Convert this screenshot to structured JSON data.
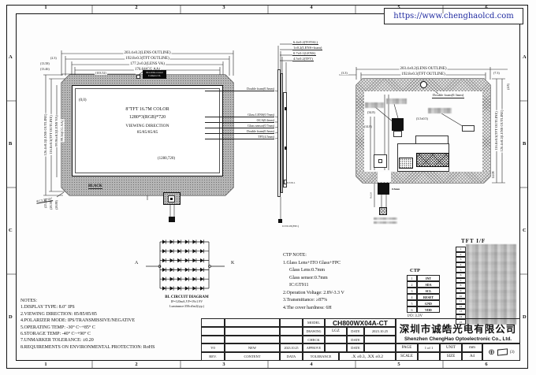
{
  "frame": {
    "url": "https://www.chenghaolcd.com",
    "cols": [
      "1",
      "2",
      "3",
      "4",
      "5",
      "6"
    ],
    "rows": [
      "A",
      "B",
      "C",
      "D"
    ]
  },
  "front_view": {
    "dims_top": [
      "203.4±0.2(LENS OUTLINE)",
      "192.8±0.3(TFT OUTLINE)",
      "177.2±0.2(LENS VA)",
      "176.64(CG AA)"
    ],
    "dims_top_small": [
      "(2.3)",
      "(13.58)",
      "(13.46)"
    ],
    "hole_dim": "(103.52)",
    "hole_label_1": "Φ4.1Dia round",
    "hole_label_2": "Camera CL",
    "dims_left": [
      "126.4±0.2(LENS OUTLINE)",
      "116.8±0.3(TFT OUTLINE)",
      "99.96±0.2(LENS VA)",
      "99.36(CG AA)"
    ],
    "dims_left_small": [
      "(25.28)",
      "(26.58)",
      "(26.88)"
    ],
    "chamfer_note": "4-C3.31*45°",
    "origin_label": "(0,0)",
    "panel_text": [
      "8\"TFT 16.7M COLOR",
      "1280*3(RGB)*720",
      "VIEWING DIRECTION",
      "85/85/85/85"
    ],
    "corner_label": "(1280,720)",
    "bezel_label": "BLACK"
  },
  "side_view": {
    "dims_top": [
      "6.4±0.2(TOTAL)",
      "1±0.2(LENS+foam)",
      "0.7±0.1(LENS)",
      "4.5±0.2(TFT)"
    ],
    "layer_labels": [
      "Double foam(0.3mm)",
      "Glass LENS(0.7mm)",
      "OCA(0.2mm)",
      "Glass sensor(0.7mm)",
      "Double foam(0.3mm)",
      "TFT(4.5mm)"
    ],
    "bottom_dims": [
      "0.5±0.1",
      "0.3±0.05(FPC)"
    ]
  },
  "back_view": {
    "dims_top": [
      "203.4±0.2(LENS OUTLINE)",
      "192.8±0.3(TFT OUTLINE)"
    ],
    "dim_left_small": "(3.3)",
    "dim_right_small": "(7.3)",
    "dims_right": [
      "116.8±0.3(TFT OUTLINE)",
      "126.4±0.2(LENS OUTLINE)"
    ],
    "dims_right_small": [
      "(4.8)",
      "14.08"
    ],
    "foam_label": "Double foam(0.3mm)",
    "inner_dims": [
      "(34.8)",
      "(14.8)",
      "(3.5±0.5)",
      "8±1.0",
      "0.5mm"
    ]
  },
  "bl_circuit": {
    "anode": "A",
    "cathode": "K",
    "rows": 6,
    "cols": 6,
    "caption": [
      "BL CIRCUIT DIAGRAM",
      "IF=120mA,VF=19±1.9V",
      "Luminance:350cd/m2(typ.)"
    ]
  },
  "ctp_note": {
    "lines": [
      "CTP NOTE:",
      "1.Glass Lens+ITO Glass+FPC",
      "Glass Lens:0.7mm",
      "Glass sensor:0.7mm",
      "IC:GT911",
      "2.Operation Voltage: 2.8V-3.3 V",
      "3.Transmittance: ≥87%",
      "4.The cover hardness: 6H"
    ]
  },
  "ctp_table": {
    "title": "CTP",
    "pins": [
      {
        "no": "1",
        "name": "INT"
      },
      {
        "no": "2",
        "name": "SDA"
      },
      {
        "no": "3",
        "name": "SCL"
      },
      {
        "no": "4",
        "name": "RESET"
      },
      {
        "no": "5",
        "name": "GND"
      },
      {
        "no": "6",
        "name": "VDD"
      }
    ],
    "footer": "I/O: 3.3V"
  },
  "tft_table": {
    "title": "TFT I/F",
    "pin_count": 15
  },
  "notes": {
    "lines": [
      "NOTES:",
      "1.DISPLAY TYPE: 8.0\" IPS",
      "2.VIEWING DIRECTION: 85/85/85/85",
      "4.POLARIZER MODE: IPS/TRANSMISSIVE/NEGATIVE",
      "5.OPERATING TEMP: -30° C~+85° C",
      "6.STORAGE TEMP: -40° C~+90° C",
      "7.UNMARKER TOLERANCE: ±0.20",
      "8.REQUIREMENTS ON ENVIRONMENTAL PROTECTION: RoHS"
    ]
  },
  "title_block": {
    "model_label": "MODEL",
    "model": "CH800WX04A-CT",
    "drawing_label": "DRAWING",
    "drawing": "LGZ",
    "check_label": "CHECK",
    "approve_label": "APPROVE",
    "date_label": "DATE",
    "drawing_date": "2023.10.25",
    "tolerance_label": "TOLERANCE",
    "tolerance": ".X ±0.3, .XX ±0.2",
    "company_cn": "深圳市诚皓光电有限公司",
    "company_en": "Shenzhen ChengHao Optoelectronic Co., Ltd.",
    "page_label": "PAGE",
    "page": "1 of 1",
    "unit_label": "UNIT",
    "unit": "mm",
    "scale_label": "SCALE",
    "scale": "",
    "size_label": "SIZE",
    "size": "A4",
    "projection": "(3)",
    "rev": "V0",
    "rev_content": "NEW",
    "rev_date": "2023.10.25",
    "rev_headers": [
      "REV.",
      "CONTENT",
      "DATA"
    ]
  }
}
